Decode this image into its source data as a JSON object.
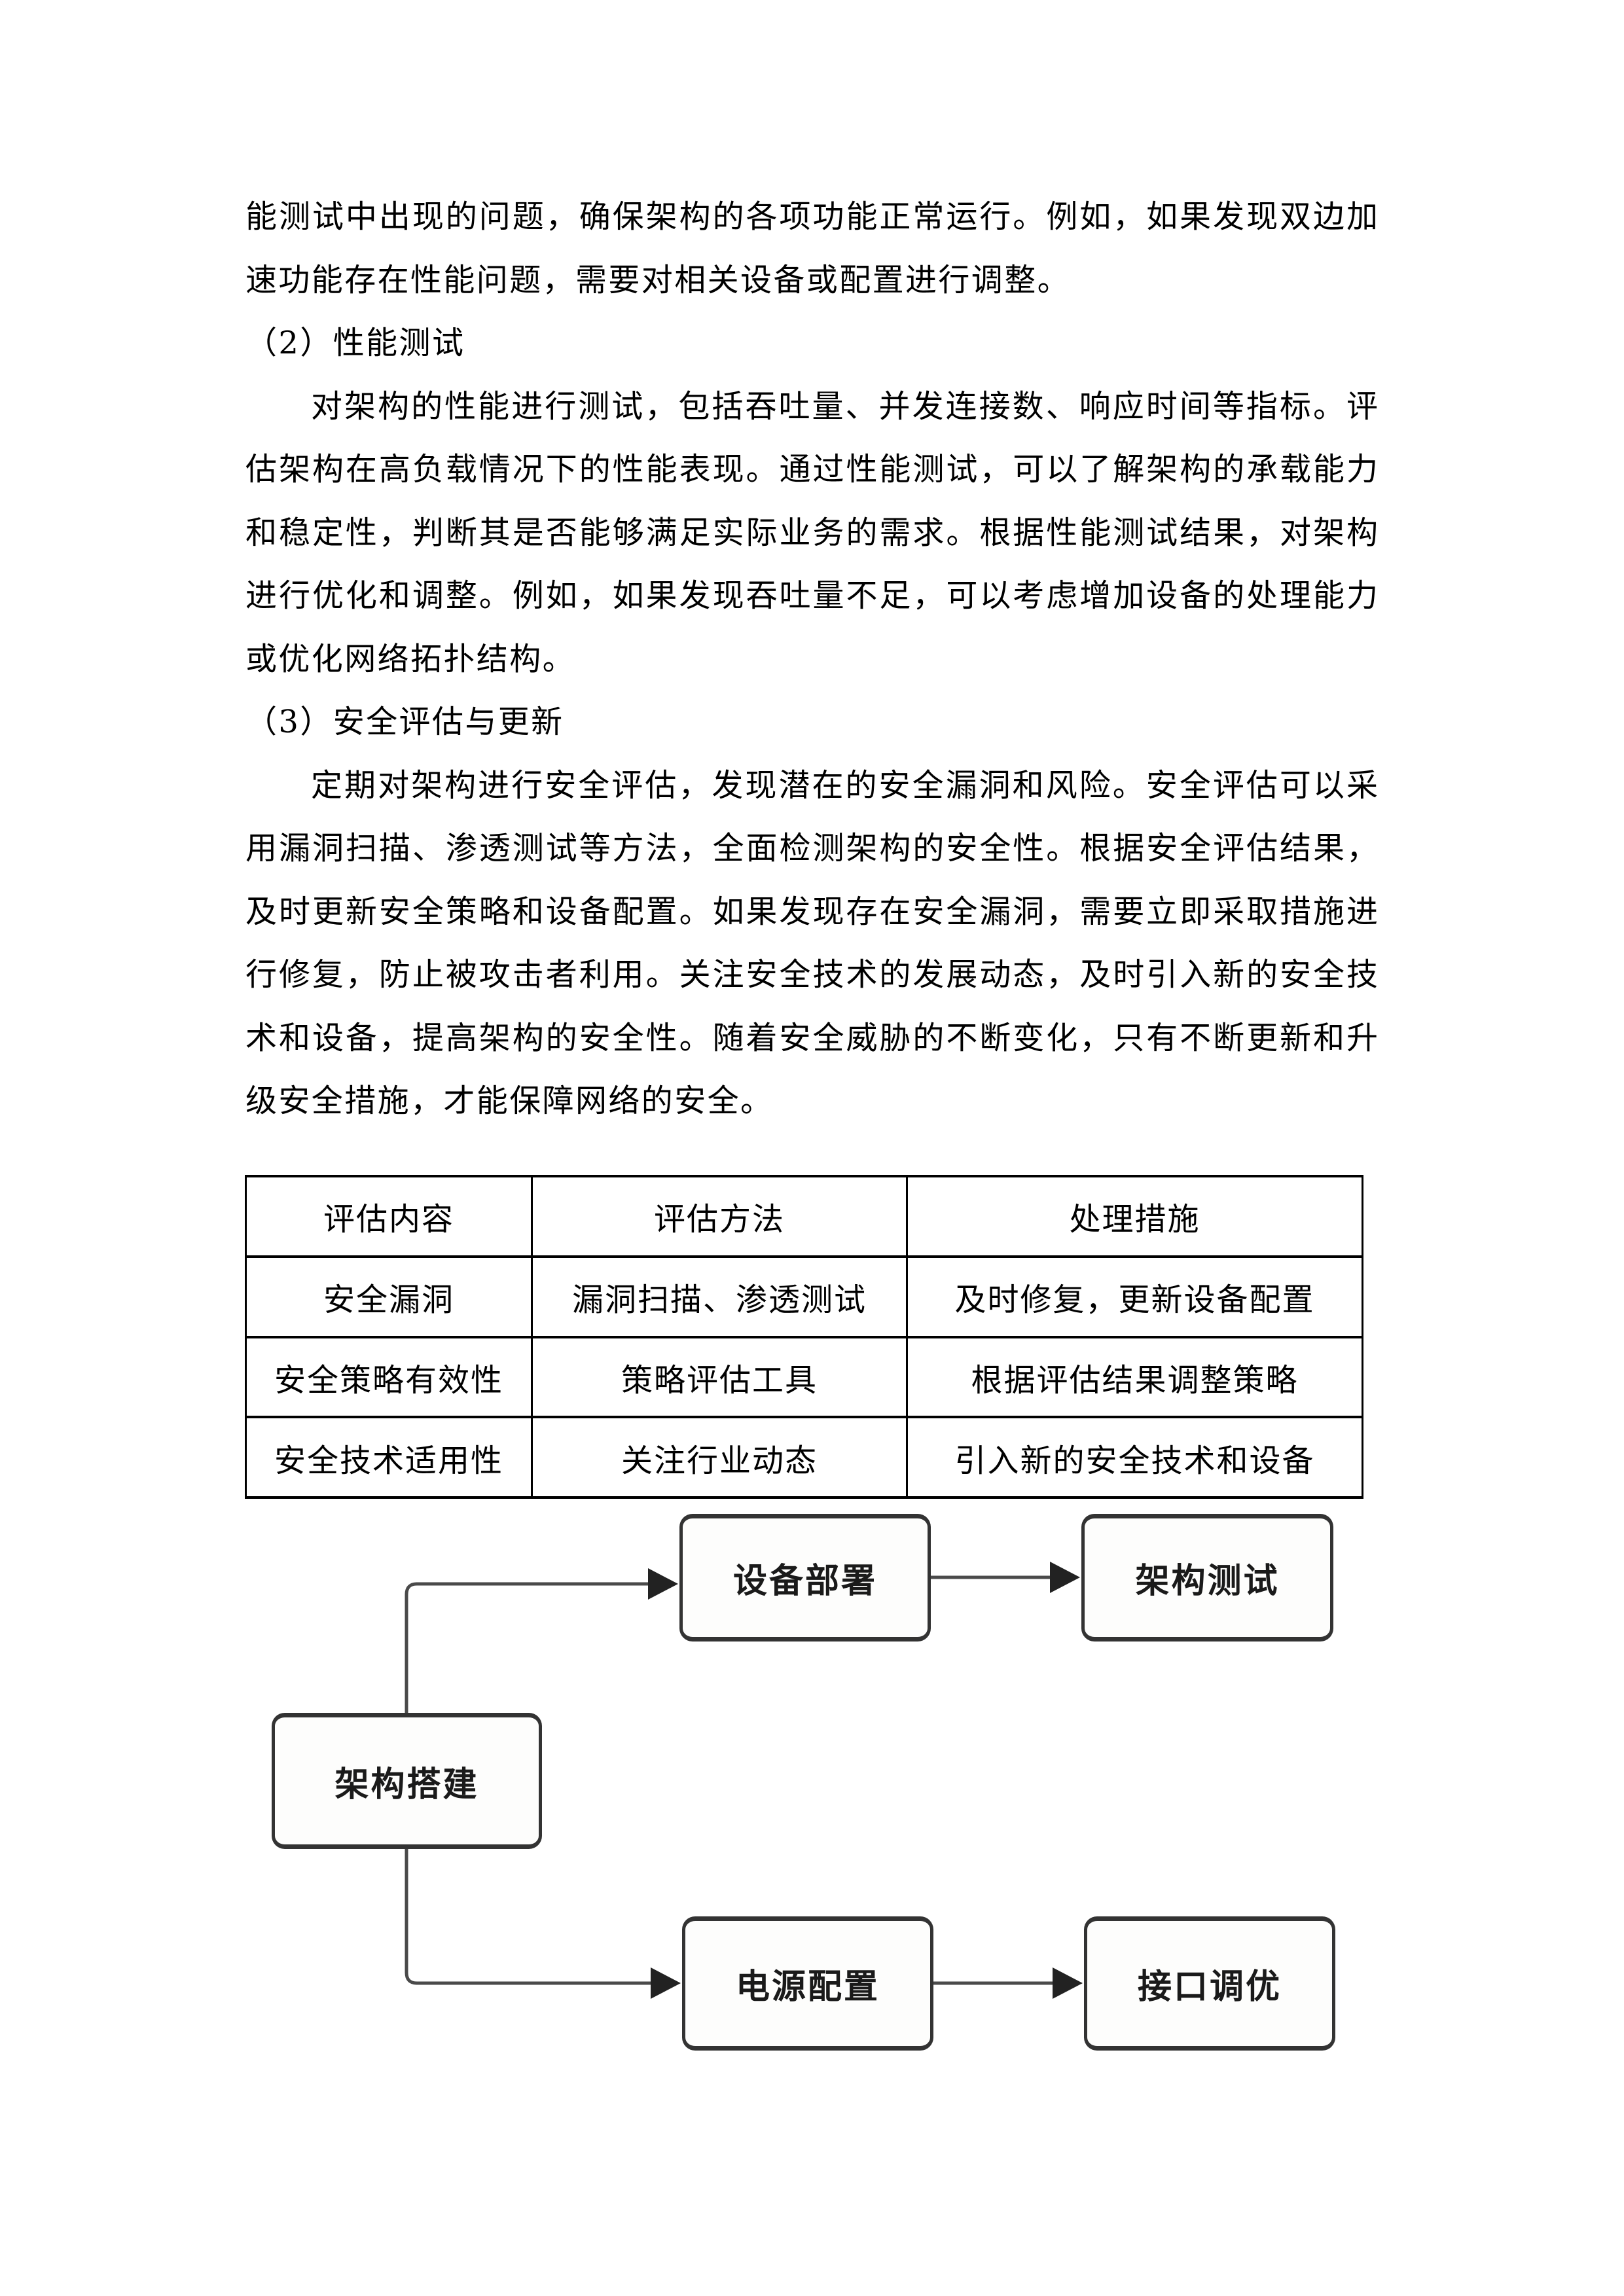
{
  "document": {
    "body_lines": [
      "能测试中出现的问题，确保架构的各项功能正常运行。例如，如果发现双边加",
      "速功能存在性能问题，需要对相关设备或配置进行调整。",
      "（2）性能测试",
      "对架构的性能进行测试，包括吞吐量、并发连接数、响应时间等指标。评",
      "估架构在高负载情况下的性能表现。通过性能测试，可以了解架构的承载能力",
      "和稳定性，判断其是否能够满足实际业务的需求。根据性能测试结果，对架构",
      "进行优化和调整。例如，如果发现吞吐量不足，可以考虑增加设备的处理能力",
      "或优化网络拓扑结构。",
      "（3）安全评估与更新",
      "定期对架构进行安全评估，发现潜在的安全漏洞和风险。安全评估可以采",
      "用漏洞扫描、渗透测试等方法，全面检测架构的安全性。根据安全评估结果，",
      "及时更新安全策略和设备配置。如果发现存在安全漏洞，需要立即采取措施进",
      "行修复，防止被攻击者利用。关注安全技术的发展动态，及时引入新的安全技",
      "术和设备，提高架构的安全性。随着安全威胁的不断变化，只有不断更新和升",
      "级安全措施，才能保障网络的安全。"
    ],
    "table": {
      "headers": [
        "评估内容",
        "评估方法",
        "处理措施"
      ],
      "rows": [
        [
          "安全漏洞",
          "漏洞扫描、渗透测试",
          "及时修复，更新设备配置"
        ],
        [
          "安全策略有效性",
          "策略评估工具",
          "根据评估结果调整策略"
        ],
        [
          "安全技术适用性",
          "关注行业动态",
          "引入新的安全技术和设备"
        ]
      ]
    },
    "flowchart": {
      "nodes": [
        {
          "label": "架构搭建"
        },
        {
          "label": "设备部署"
        },
        {
          "label": "架构测试"
        },
        {
          "label": "电源配置"
        },
        {
          "label": "接口调优"
        }
      ]
    }
  },
  "colors": {
    "page_background": "#ffffff",
    "text": "#000000",
    "table_border": "#000000",
    "node_border": "#333333",
    "node_fill": "#fdfdfc",
    "connector": "#4a4a4a",
    "arrowhead": "#222222"
  }
}
